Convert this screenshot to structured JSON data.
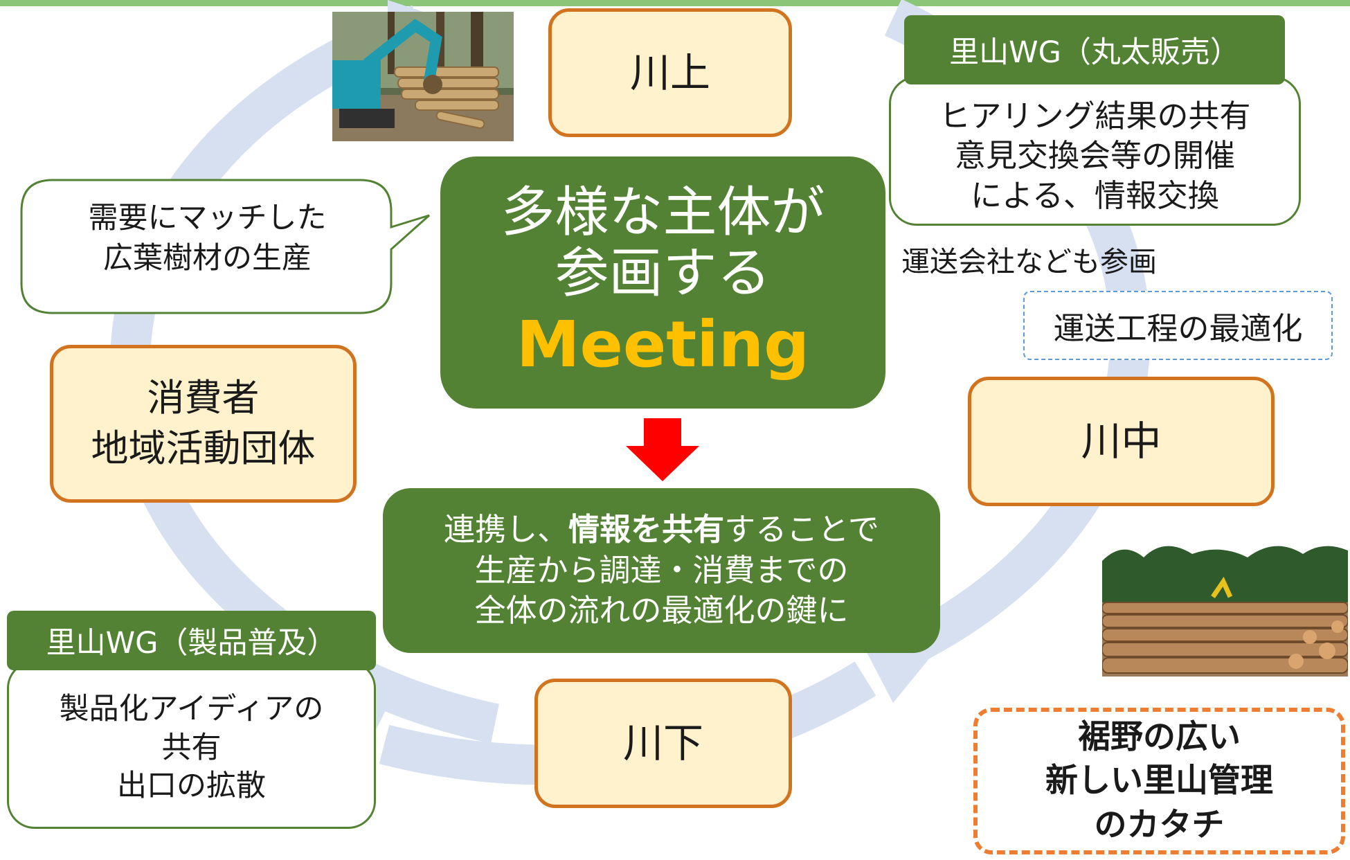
{
  "colors": {
    "accent_green": "#548235",
    "stage_fill": "#fff2cc",
    "stage_border": "#d2741f",
    "meeting_text": "#ffc000",
    "arrow_red": "#ff0000",
    "cycle_ring": "#d6e0f0",
    "dashed_note_blue": "#5b9bd5",
    "dashed_note_orange": "#ed7d31",
    "top_bar": "#8bc578"
  },
  "stages": {
    "upstream": "川上",
    "midstream": "川中",
    "downstream": "川下",
    "consumers": [
      "消費者",
      "地域活動団体"
    ]
  },
  "center": {
    "line1": "多様な主体が",
    "line2": "参画する",
    "meeting": "Meeting"
  },
  "share": {
    "line1_pre": "連携し、",
    "line1_bold": "情報を共有",
    "line1_post": "することで",
    "line2": "生産から調達・消費までの",
    "line3": "全体の流れの最適化の鍵に"
  },
  "demand_callout": [
    "需要にマッチした",
    "広葉樹材の生産"
  ],
  "wg_log_sales": {
    "title": "里山WG（丸太販売）",
    "lines": [
      "ヒアリング結果の共有",
      "意見交換会等の開催",
      "による、情報交換"
    ]
  },
  "wg_product": {
    "title": "里山WG（製品普及）",
    "lines": [
      "製品化アイディアの",
      "共有",
      "出口の拡散"
    ]
  },
  "transport_note": "運送会社なども参画",
  "transport_opt": "運送工程の最適化",
  "management": [
    "裾野の広い",
    "新しい里山管理",
    "のカタチ"
  ],
  "icons": {
    "arrow": "down-arrow-icon",
    "photo_top": "excavator-log-photo",
    "photo_right": "log-yard-photo"
  }
}
